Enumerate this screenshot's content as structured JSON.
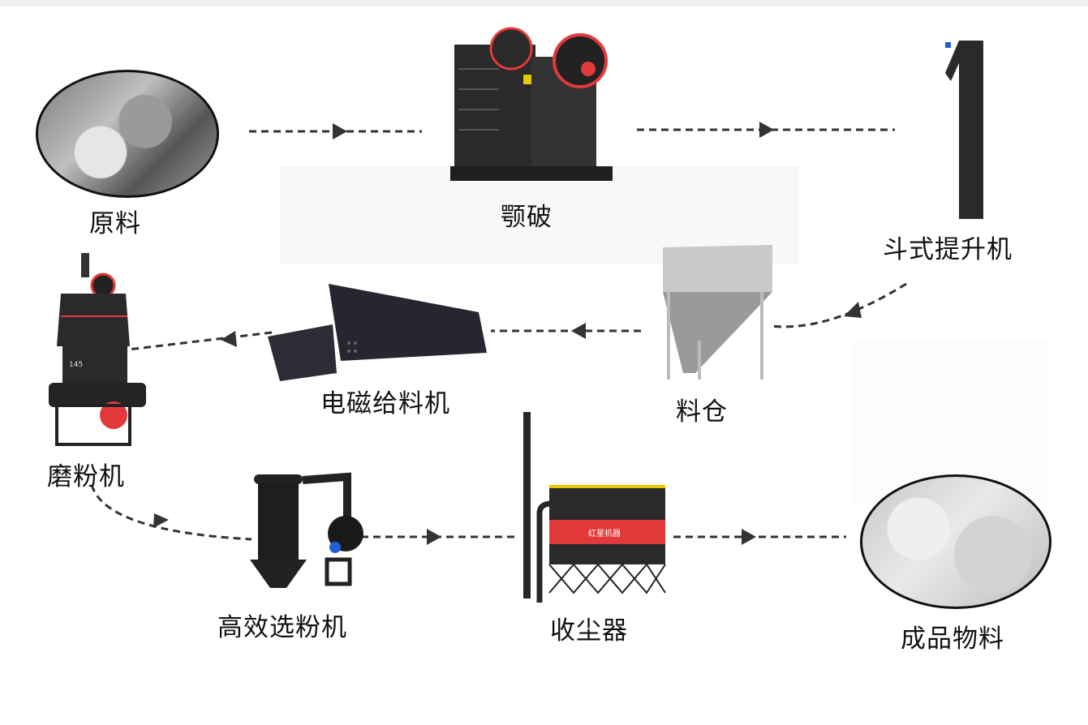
{
  "diagram": {
    "type": "process-flow",
    "nodes": [
      {
        "id": "raw",
        "label": "原料",
        "kind": "raw material (rock)"
      },
      {
        "id": "jaw",
        "label": "颚破",
        "kind": "jaw crusher"
      },
      {
        "id": "elevator",
        "label": "斗式提升机",
        "kind": "bucket elevator"
      },
      {
        "id": "bin",
        "label": "料仓",
        "kind": "storage bin"
      },
      {
        "id": "feeder",
        "label": "电磁给料机",
        "kind": "electromagnetic feeder"
      },
      {
        "id": "mill",
        "label": "磨粉机",
        "kind": "grinding mill"
      },
      {
        "id": "classifier",
        "label": "高效选粉机",
        "kind": "high-efficiency classifier"
      },
      {
        "id": "collector",
        "label": "收尘器",
        "kind": "dust collector"
      },
      {
        "id": "product",
        "label": "成品物料",
        "kind": "finished powder"
      }
    ],
    "edges": [
      [
        "raw",
        "jaw"
      ],
      [
        "jaw",
        "elevator"
      ],
      [
        "elevator",
        "bin"
      ],
      [
        "bin",
        "feeder"
      ],
      [
        "feeder",
        "mill"
      ],
      [
        "mill",
        "classifier"
      ],
      [
        "classifier",
        "collector"
      ],
      [
        "collector",
        "product"
      ]
    ],
    "brand_mark": "红星机器",
    "mill_model": "145",
    "colors": {
      "machine": "#2a2a2a",
      "accent": "#e23a3a",
      "arrow": "#333333",
      "bin": "#b9b9b9",
      "blue_part": "#1f5fd6"
    }
  }
}
